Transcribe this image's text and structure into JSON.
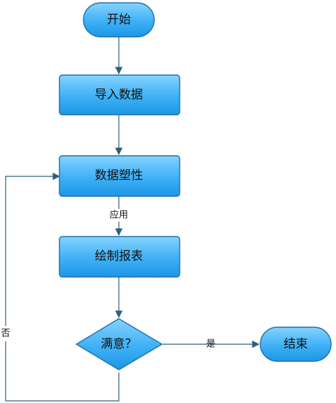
{
  "nodes": {
    "start": {
      "label": "开始"
    },
    "import_data": {
      "label": "导入数据"
    },
    "shape_data": {
      "label": "数据塑性"
    },
    "draw_report": {
      "label": "绘制报表"
    },
    "decision": {
      "label": "满意？"
    },
    "end": {
      "label": "结束"
    }
  },
  "edges": {
    "apply_label": "应用",
    "yes_label": "是",
    "no_label": "否"
  },
  "colors": {
    "node_fill_top": "#7fd0ff",
    "node_fill_bottom": "#2aa3ee",
    "node_stroke": "#1f6fa8",
    "edge_stroke": "#2f5f7f"
  }
}
